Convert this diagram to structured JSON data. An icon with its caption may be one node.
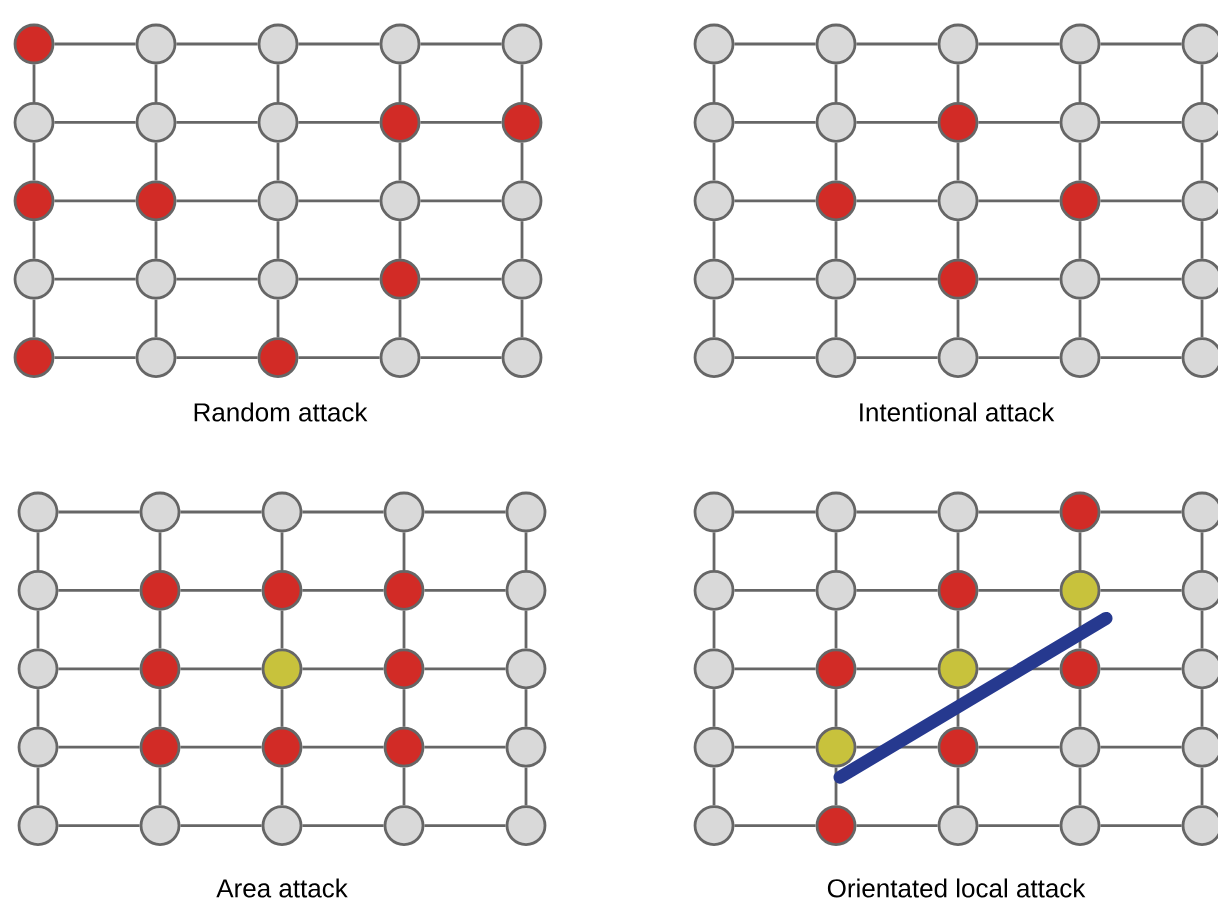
{
  "diagram": {
    "nodes": [
      {
        "text": [],
        "shape": "circle"
      },
      {
        "text": [],
        "shape": "circle"
      },
      {
        "text": [],
        "shape": "circle"
      },
      {
        "text": [],
        "shape": "circle"
      },
      {
        "text": [],
        "shape": "circle"
      },
      {
        "text": [],
        "shape": "circle"
      },
      {
        "text": [],
        "shape": "circle"
      },
      {
        "text": [],
        "shape": "circle"
      },
      {
        "text": [],
        "shape": "circle"
      },
      {
        "text": [],
        "shape": "circle"
      },
      {
        "text": [],
        "shape": "circle"
      },
      {
        "text": [],
        "shape": "circle"
      },
      {
        "text": [],
        "shape": "circle"
      },
      {
        "text": [],
        "shape": "circle"
      },
      {
        "text": [],
        "shape": "circle"
      },
      {
        "text": [],
        "shape": "circle"
      },
      {
        "text": [],
        "shape": "circle"
      },
      {
        "text": [],
        "shape": "circle"
      },
      {
        "text": [],
        "shape": "circle"
      },
      {
        "text": [],
        "shape": "circle"
      },
      {
        "text": [],
        "shape": "circle"
      },
      {
        "text": [],
        "shape": "circle"
      },
      {
        "text": [],
        "shape": "circle"
      },
      {
        "text": [],
        "shape": "circle"
      },
      {
        "text": [],
        "shape": "circle"
      },
      {
        "text": [],
        "shape": "circle"
      },
      {
        "text": [],
        "shape": "circle"
      },
      {
        "text": [],
        "shape": "circle"
      },
      {
        "text": [],
        "shape": "circle"
      },
      {
        "text": [],
        "shape": "circle"
      },
      {
        "text": [],
        "shape": "circle"
      },
      {
        "text": [],
        "shape": "circle"
      },
      {
        "text": [],
        "shape": "circle"
      },
      {
        "text": [],
        "shape": "circle"
      },
      {
        "text": [],
        "shape": "circle"
      },
      {
        "text": [],
        "shape": "circle"
      },
      {
        "text": [],
        "shape": "circle"
      },
      {
        "text": [],
        "shape": "circle"
      },
      {
        "text": [],
        "shape": "circle"
      },
      {
        "text": [],
        "shape": "circle"
      },
      {
        "text": [],
        "shape": "circle"
      },
      {
        "text": [],
        "shape": "circle"
      },
      {
        "text": [],
        "shape": "circle"
      },
      {
        "text": [],
        "shape": "circle"
      },
      {
        "text": [],
        "shape": "circle"
      },
      {
        "text": [],
        "shape": "circle"
      },
      {
        "text": [],
        "shape": "circle"
      },
      {
        "text": [],
        "shape": "circle"
      },
      {
        "text": [],
        "shape": "circle"
      },
      {
        "text": [],
        "shape": "circle"
      },
      {
        "text": [],
        "shape": "circle"
      },
      {
        "text": [],
        "shape": "circle"
      },
      {
        "text": [],
        "shape": "circle"
      },
      {
        "text": [],
        "shape": "circle"
      },
      {
        "text": [],
        "shape": "circle"
      },
      {
        "text": [],
        "shape": "circle"
      },
      {
        "text": [],
        "shape": "circle"
      },
      {
        "text": [],
        "shape": "circle"
      },
      {
        "text": [],
        "shape": "circle"
      },
      {
        "text": [],
        "shape": "circle"
      },
      {
        "text": [],
        "shape": "circle"
      },
      {
        "text": [],
        "shape": "circle"
      },
      {
        "text": [],
        "shape": "circle"
      },
      {
        "text": [],
        "shape": "circle"
      },
      {
        "text": [],
        "shape": "circle"
      },
      {
        "text": [],
        "shape": "circle"
      },
      {
        "text": [],
        "shape": "circle"
      },
      {
        "text": [],
        "shape": "circle"
      },
      {
        "text": [],
        "shape": "circle"
      },
      {
        "text": [],
        "shape": "circle"
      },
      {
        "text": [],
        "shape": "circle"
      },
      {
        "text": [],
        "shape": "circle"
      },
      {
        "text": [],
        "shape": "circle"
      },
      {
        "text": [],
        "shape": "circle"
      },
      {
        "text": [],
        "shape": "circle"
      },
      {
        "text": [],
        "shape": "circle"
      },
      {
        "text": [],
        "shape": "circle"
      },
      {
        "text": [],
        "shape": "circle"
      },
      {
        "text": [],
        "shape": "circle"
      },
      {
        "text": [],
        "shape": "circle"
      },
      {
        "text": [],
        "shape": "circle"
      },
      {
        "text": [],
        "shape": "circle"
      },
      {
        "text": [],
        "shape": "circle"
      },
      {
        "text": [],
        "shape": "circle"
      },
      {
        "text": [],
        "shape": "circle"
      },
      {
        "text": [],
        "shape": "circle"
      },
      {
        "text": [],
        "shape": "circle"
      },
      {
        "text": [],
        "shape": "circle"
      },
      {
        "text": [],
        "shape": "circle"
      },
      {
        "text": [],
        "shape": "circle"
      },
      {
        "text": [],
        "shape": "circle"
      },
      {
        "text": [],
        "shape": "circle"
      },
      {
        "text": [],
        "shape": "circle"
      },
      {
        "text": [],
        "shape": "circle"
      },
      {
        "text": [],
        "shape": "circle"
      },
      {
        "text": [],
        "shape": "circle"
      },
      {
        "text": [],
        "shape": "circle"
      },
      {
        "text": [],
        "shape": "circle"
      },
      {
        "text": [],
        "shape": "circle"
      },
      {
        "text": [],
        "shape": "circle"
      }
    ],
    "edges": [
      {
        "from": 0,
        "to": 1,
        "arrow": "none"
      },
      {
        "from": 1,
        "to": 2,
        "arrow": "none"
      },
      {
        "from": 2,
        "to": 3,
        "arrow": "none"
      },
      {
        "from": 3,
        "to": 4,
        "arrow": "none"
      },
      {
        "from": 5,
        "to": 6,
        "arrow": "none"
      },
      {
        "from": 6,
        "to": 7,
        "arrow": "none"
      },
      {
        "from": 7,
        "to": 8,
        "arrow": "none"
      },
      {
        "from": 8,
        "to": 9,
        "arrow": "none"
      },
      {
        "from": 10,
        "to": 11,
        "arrow": "none"
      },
      {
        "from": 11,
        "to": 12,
        "arrow": "none"
      },
      {
        "from": 12,
        "to": 13,
        "arrow": "none"
      },
      {
        "from": 13,
        "to": 14,
        "arrow": "none"
      },
      {
        "from": 15,
        "to": 16,
        "arrow": "none"
      },
      {
        "from": 16,
        "to": 17,
        "arrow": "none"
      },
      {
        "from": 17,
        "to": 18,
        "arrow": "none"
      },
      {
        "from": 18,
        "to": 19,
        "arrow": "none"
      },
      {
        "from": 20,
        "to": 21,
        "arrow": "none"
      },
      {
        "from": 21,
        "to": 22,
        "arrow": "none"
      },
      {
        "from": 22,
        "to": 23,
        "arrow": "none"
      },
      {
        "from": 23,
        "to": 24,
        "arrow": "none"
      },
      {
        "from": 0,
        "to": 5,
        "arrow": "none"
      },
      {
        "from": 1,
        "to": 6,
        "arrow": "none"
      },
      {
        "from": 2,
        "to": 7,
        "arrow": "none"
      },
      {
        "from": 3,
        "to": 8,
        "arrow": "none"
      },
      {
        "from": 4,
        "to": 9,
        "arrow": "none"
      },
      {
        "from": 5,
        "to": 10,
        "arrow": "none"
      },
      {
        "from": 6,
        "to": 11,
        "arrow": "none"
      },
      {
        "from": 7,
        "to": 12,
        "arrow": "none"
      },
      {
        "from": 8,
        "to": 13,
        "arrow": "none"
      },
      {
        "from": 9,
        "to": 14,
        "arrow": "none"
      },
      {
        "from": 10,
        "to": 15,
        "arrow": "none"
      },
      {
        "from": 11,
        "to": 16,
        "arrow": "none"
      },
      {
        "from": 12,
        "to": 17,
        "arrow": "none"
      },
      {
        "from": 13,
        "to": 18,
        "arrow": "none"
      },
      {
        "from": 14,
        "to": 19,
        "arrow": "none"
      },
      {
        "from": 15,
        "to": 20,
        "arrow": "none"
      },
      {
        "from": 16,
        "to": 21,
        "arrow": "none"
      },
      {
        "from": 17,
        "to": 22,
        "arrow": "none"
      },
      {
        "from": 18,
        "to": 23,
        "arrow": "none"
      },
      {
        "from": 19,
        "to": 24,
        "arrow": "none"
      },
      {
        "from": 25,
        "to": 26,
        "arrow": "none"
      },
      {
        "from": 26,
        "to": 27,
        "arrow": "none"
      },
      {
        "from": 27,
        "to": 28,
        "arrow": "none"
      },
      {
        "from": 28,
        "to": 29,
        "arrow": "none"
      },
      {
        "from": 30,
        "to": 31,
        "arrow": "none"
      },
      {
        "from": 31,
        "to": 32,
        "arrow": "none"
      },
      {
        "from": 32,
        "to": 33,
        "arrow": "none"
      },
      {
        "from": 33,
        "to": 34,
        "arrow": "none"
      },
      {
        "from": 35,
        "to": 36,
        "arrow": "none"
      },
      {
        "from": 36,
        "to": 37,
        "arrow": "none"
      },
      {
        "from": 37,
        "to": 38,
        "arrow": "none"
      },
      {
        "from": 38,
        "to": 39,
        "arrow": "none"
      },
      {
        "from": 40,
        "to": 41,
        "arrow": "none"
      },
      {
        "from": 41,
        "to": 42,
        "arrow": "none"
      },
      {
        "from": 42,
        "to": 43,
        "arrow": "none"
      },
      {
        "from": 43,
        "to": 44,
        "arrow": "none"
      },
      {
        "from": 45,
        "to": 46,
        "arrow": "none"
      },
      {
        "from": 46,
        "to": 47,
        "arrow": "none"
      },
      {
        "from": 47,
        "to": 48,
        "arrow": "none"
      },
      {
        "from": 48,
        "to": 49,
        "arrow": "none"
      },
      {
        "from": 25,
        "to": 30,
        "arrow": "none"
      },
      {
        "from": 26,
        "to": 31,
        "arrow": "none"
      },
      {
        "from": 27,
        "to": 32,
        "arrow": "none"
      },
      {
        "from": 28,
        "to": 33,
        "arrow": "none"
      },
      {
        "from": 29,
        "to": 34,
        "arrow": "none"
      },
      {
        "from": 30,
        "to": 35,
        "arrow": "none"
      },
      {
        "from": 31,
        "to": 36,
        "arrow": "none"
      },
      {
        "from": 32,
        "to": 37,
        "arrow": "none"
      },
      {
        "from": 33,
        "to": 38,
        "arrow": "none"
      },
      {
        "from": 34,
        "to": 39,
        "arrow": "none"
      },
      {
        "from": 35,
        "to": 40,
        "arrow": "none"
      },
      {
        "from": 36,
        "to": 41,
        "arrow": "none"
      },
      {
        "from": 37,
        "to": 42,
        "arrow": "none"
      },
      {
        "from": 38,
        "to": 43,
        "arrow": "none"
      },
      {
        "from": 39,
        "to": 44,
        "arrow": "none"
      },
      {
        "from": 40,
        "to": 45,
        "arrow": "none"
      },
      {
        "from": 41,
        "to": 46,
        "arrow": "none"
      },
      {
        "from": 42,
        "to": 47,
        "arrow": "none"
      },
      {
        "from": 43,
        "to": 48,
        "arrow": "none"
      },
      {
        "from": 44,
        "to": 49,
        "arrow": "none"
      },
      {
        "from": 50,
        "to": 51,
        "arrow": "none"
      },
      {
        "from": 51,
        "to": 52,
        "arrow": "none"
      },
      {
        "from": 52,
        "to": 53,
        "arrow": "none"
      },
      {
        "from": 53,
        "to": 54,
        "arrow": "none"
      },
      {
        "from": 55,
        "to": 56,
        "arrow": "none"
      },
      {
        "from": 56,
        "to": 57,
        "arrow": "none"
      },
      {
        "from": 57,
        "to": 58,
        "arrow": "none"
      },
      {
        "from": 58,
        "to": 59,
        "arrow": "none"
      },
      {
        "from": 60,
        "to": 61,
        "arrow": "none"
      },
      {
        "from": 61,
        "to": 62,
        "arrow": "none"
      },
      {
        "from": 62,
        "to": 63,
        "arrow": "none"
      },
      {
        "from": 63,
        "to": 64,
        "arrow": "none"
      },
      {
        "from": 65,
        "to": 66,
        "arrow": "none"
      },
      {
        "from": 66,
        "to": 67,
        "arrow": "none"
      },
      {
        "from": 67,
        "to": 68,
        "arrow": "none"
      },
      {
        "from": 68,
        "to": 69,
        "arrow": "none"
      },
      {
        "from": 70,
        "to": 71,
        "arrow": "none"
      },
      {
        "from": 71,
        "to": 72,
        "arrow": "none"
      },
      {
        "from": 72,
        "to": 73,
        "arrow": "none"
      },
      {
        "from": 73,
        "to": 74,
        "arrow": "none"
      },
      {
        "from": 50,
        "to": 55,
        "arrow": "none"
      },
      {
        "from": 51,
        "to": 56,
        "arrow": "none"
      },
      {
        "from": 52,
        "to": 57,
        "arrow": "none"
      },
      {
        "from": 53,
        "to": 58,
        "arrow": "none"
      },
      {
        "from": 54,
        "to": 59,
        "arrow": "none"
      },
      {
        "from": 55,
        "to": 60,
        "arrow": "none"
      },
      {
        "from": 56,
        "to": 61,
        "arrow": "none"
      },
      {
        "from": 57,
        "to": 62,
        "arrow": "none"
      },
      {
        "from": 58,
        "to": 63,
        "arrow": "none"
      },
      {
        "from": 59,
        "to": 64,
        "arrow": "none"
      },
      {
        "from": 60,
        "to": 65,
        "arrow": "none"
      },
      {
        "from": 61,
        "to": 66,
        "arrow": "none"
      },
      {
        "from": 62,
        "to": 67,
        "arrow": "none"
      },
      {
        "from": 63,
        "to": 68,
        "arrow": "none"
      },
      {
        "from": 64,
        "to": 69,
        "arrow": "none"
      },
      {
        "from": 65,
        "to": 70,
        "arrow": "none"
      },
      {
        "from": 66,
        "to": 71,
        "arrow": "none"
      },
      {
        "from": 67,
        "to": 72,
        "arrow": "none"
      },
      {
        "from": 68,
        "to": 73,
        "arrow": "none"
      },
      {
        "from": 69,
        "to": 74,
        "arrow": "none"
      },
      {
        "from": 75,
        "to": 76,
        "arrow": "none"
      },
      {
        "from": 76,
        "to": 77,
        "arrow": "none"
      },
      {
        "from": 77,
        "to": 78,
        "arrow": "none"
      },
      {
        "from": 78,
        "to": 79,
        "arrow": "none"
      },
      {
        "from": 80,
        "to": 81,
        "arrow": "none"
      },
      {
        "from": 81,
        "to": 82,
        "arrow": "none"
      },
      {
        "from": 82,
        "to": 83,
        "arrow": "none"
      },
      {
        "from": 83,
        "to": 84,
        "arrow": "none"
      },
      {
        "from": 85,
        "to": 86,
        "arrow": "none"
      },
      {
        "from": 86,
        "to": 87,
        "arrow": "none"
      },
      {
        "from": 87,
        "to": 88,
        "arrow": "none"
      },
      {
        "from": 88,
        "to": 89,
        "arrow": "none"
      },
      {
        "from": 90,
        "to": 91,
        "arrow": "none"
      },
      {
        "from": 91,
        "to": 92,
        "arrow": "none"
      },
      {
        "from": 92,
        "to": 93,
        "arrow": "none"
      },
      {
        "from": 93,
        "to": 94,
        "arrow": "none"
      },
      {
        "from": 95,
        "to": 96,
        "arrow": "none"
      },
      {
        "from": 96,
        "to": 97,
        "arrow": "none"
      },
      {
        "from": 97,
        "to": 98,
        "arrow": "none"
      },
      {
        "from": 98,
        "to": 99,
        "arrow": "none"
      },
      {
        "from": 75,
        "to": 80,
        "arrow": "none"
      },
      {
        "from": 76,
        "to": 81,
        "arrow": "none"
      },
      {
        "from": 77,
        "to": 82,
        "arrow": "none"
      },
      {
        "from": 78,
        "to": 83,
        "arrow": "none"
      },
      {
        "from": 79,
        "to": 84,
        "arrow": "none"
      },
      {
        "from": 80,
        "to": 85,
        "arrow": "none"
      },
      {
        "from": 81,
        "to": 86,
        "arrow": "none"
      },
      {
        "from": 82,
        "to": 87,
        "arrow": "none"
      },
      {
        "from": 83,
        "to": 88,
        "arrow": "none"
      },
      {
        "from": 84,
        "to": 89,
        "arrow": "none"
      },
      {
        "from": 85,
        "to": 90,
        "arrow": "none"
      },
      {
        "from": 86,
        "to": 91,
        "arrow": "none"
      },
      {
        "from": 87,
        "to": 92,
        "arrow": "none"
      },
      {
        "from": 88,
        "to": 93,
        "arrow": "none"
      },
      {
        "from": 89,
        "to": 94,
        "arrow": "none"
      },
      {
        "from": 90,
        "to": 95,
        "arrow": "none"
      },
      {
        "from": 91,
        "to": 96,
        "arrow": "none"
      },
      {
        "from": 92,
        "to": 97,
        "arrow": "none"
      },
      {
        "from": 93,
        "to": 98,
        "arrow": "none"
      },
      {
        "from": 94,
        "to": 99,
        "arrow": "none"
      }
    ],
    "labels": [
      "Random attack",
      "Intentional attack",
      "Area attack",
      "Orientated local attack"
    ]
  }
}
